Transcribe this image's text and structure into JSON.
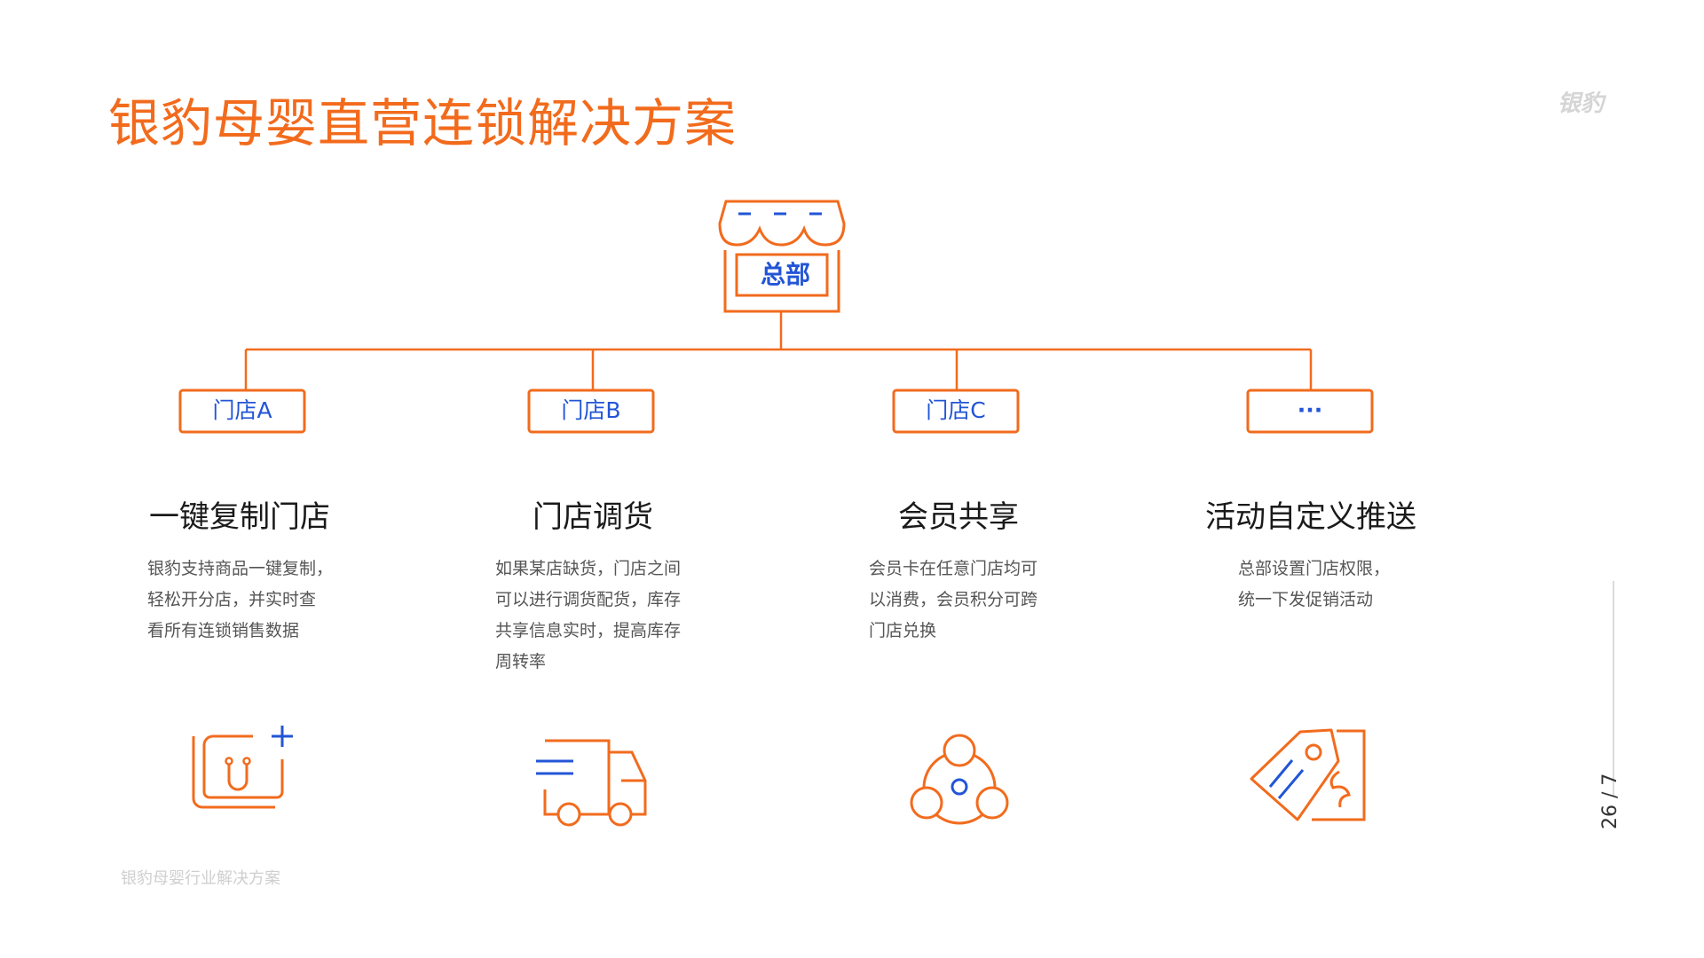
{
  "title": "银豹母婴直营连锁解决方案",
  "brand_logo": "银豹",
  "headquarters": {
    "label": "总部"
  },
  "stores": [
    {
      "label": "门店A"
    },
    {
      "label": "门店B"
    },
    {
      "label": "门店C"
    },
    {
      "label": "···"
    }
  ],
  "features": [
    {
      "title": "一键复制门店",
      "desc": [
        "银豹支持商品一键复制，",
        "轻松开分店，并实时查",
        "看所有连锁销售数据"
      ],
      "icon": "copy-bag-plus-icon"
    },
    {
      "title": "门店调货",
      "desc": [
        "如果某店缺货，门店之间",
        "可以进行调货配货，库存",
        "共享信息实时，提高库存",
        "周转率"
      ],
      "icon": "delivery-truck-icon"
    },
    {
      "title": "会员共享",
      "desc": [
        "会员卡在任意门店均可",
        "以消费，会员积分可跨",
        "门店兑换"
      ],
      "icon": "member-share-icon"
    },
    {
      "title": "活动自定义推送",
      "desc": [
        "总部设置门店权限，",
        "统一下发促销活动"
      ],
      "icon": "price-tag-icon"
    }
  ],
  "footer": "银豹母婴行业解决方案",
  "page_number": "26 / 7",
  "colors": {
    "accent": "#F26B1D",
    "blue": "#2255D6",
    "text": "#1a1a1a",
    "muted": "#555555"
  }
}
